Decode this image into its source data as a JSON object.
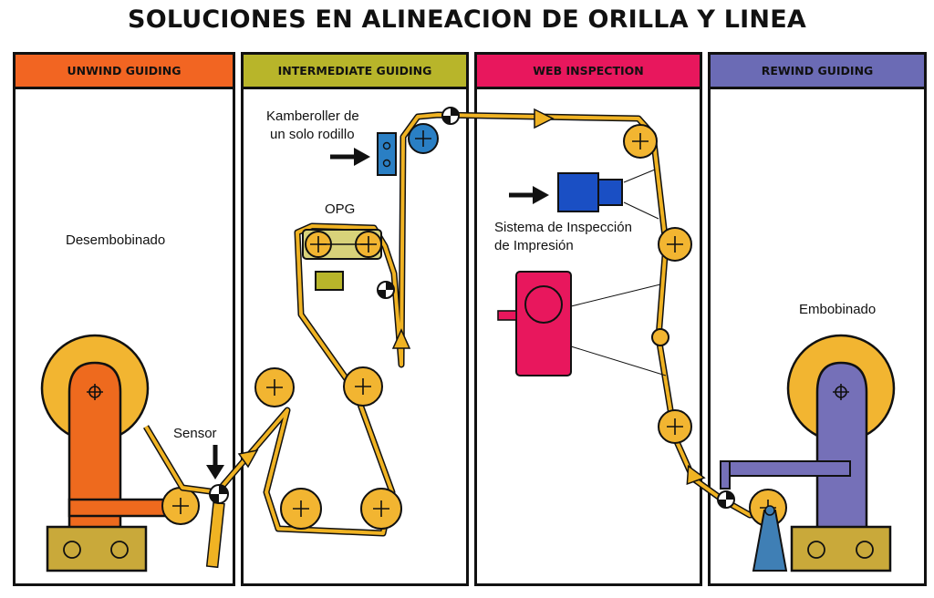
{
  "title": "SOLUCIONES EN ALINEACION DE ORILLA Y LINEA",
  "panels": [
    {
      "label": "UNWIND GUIDING",
      "color": "#f26522"
    },
    {
      "label": "INTERMEDIATE GUIDING",
      "color": "#b8b52a"
    },
    {
      "label": "WEB INSPECTION",
      "color": "#e8175d"
    },
    {
      "label": "REWIND GUIDING",
      "color": "#6b6bb5"
    }
  ],
  "labels": {
    "desembobinado": "Desembobinado",
    "sensor": "Sensor",
    "kamberoller_line1": "Kamberoller de",
    "kamberoller_line2": "un solo rodillo",
    "opg": "OPG",
    "inspeccion_line1": "Sistema de Inspección",
    "inspeccion_line2": "de Impresión",
    "embobinado": "Embobinado"
  },
  "colors": {
    "web": "#f0b323",
    "roller": "#f2b531",
    "unwind_stand": "#ee6a1e",
    "rewind_stand": "#7570b8",
    "base": "#c9a93a",
    "camera": "#1a4fc4",
    "light": "#e8175d",
    "sensor_blue": "#2a7fc4"
  }
}
